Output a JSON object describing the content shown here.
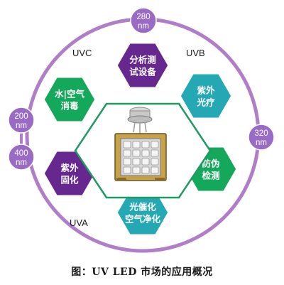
{
  "colors": {
    "ring": "#b07ec9",
    "node_circle": "#9a6bc6",
    "purple_hex": "#66288f",
    "green_hex": "#14a85a",
    "teal_hex": "#24a9b4",
    "center_border": "#1f9a62"
  },
  "wavelength_markers": [
    {
      "lines": [
        "280",
        "nm"
      ]
    },
    {
      "lines": [
        "320",
        "nm"
      ]
    },
    {
      "lines": [
        "200",
        "nm"
      ]
    },
    {
      "lines": [
        "400",
        "nm"
      ]
    }
  ],
  "bands": [
    "UVC",
    "UVB",
    "UVA"
  ],
  "applications": [
    {
      "lines": [
        "分析测",
        "试设备"
      ],
      "color": "purple"
    },
    {
      "lines": [
        "紫外",
        "光疗"
      ],
      "color": "teal"
    },
    {
      "lines": [
        "防伪",
        "检测"
      ],
      "color": "green"
    },
    {
      "lines": [
        "光催化",
        "空气净化"
      ],
      "color": "teal"
    },
    {
      "lines": [
        "紫外",
        "固化"
      ],
      "color": "purple"
    },
    {
      "lines": [
        "水|空气",
        "消毒"
      ],
      "color": "green"
    }
  ],
  "center_image": "uv-led-device-photo",
  "caption": "图：UV LED 市场的应用概况"
}
